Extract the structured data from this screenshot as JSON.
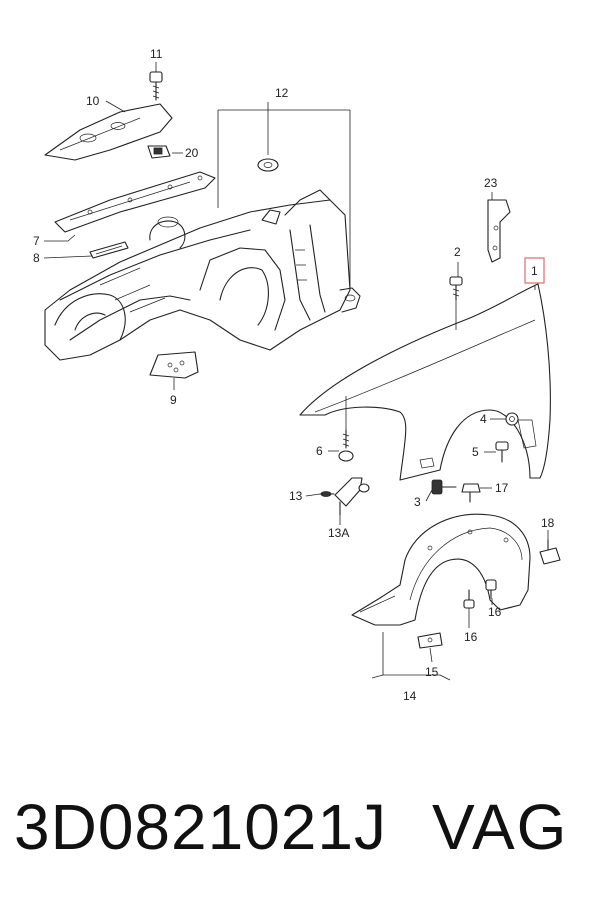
{
  "callouts": {
    "c1": "1",
    "c2": "2",
    "c3": "3",
    "c4": "4",
    "c5": "5",
    "c6": "6",
    "c7": "7",
    "c8": "8",
    "c9": "9",
    "c10": "10",
    "c11": "11",
    "c12": "12",
    "c13": "13",
    "c13a": "13A",
    "c14": "14",
    "c15": "15",
    "c16a": "16",
    "c16b": "16",
    "c17": "17",
    "c18": "18",
    "c20": "20",
    "c23": "23"
  },
  "footer": {
    "part_number": "3D0821021J",
    "brand": "VAG"
  },
  "colors": {
    "highlight": "#e06a6a",
    "line": "#222222"
  }
}
